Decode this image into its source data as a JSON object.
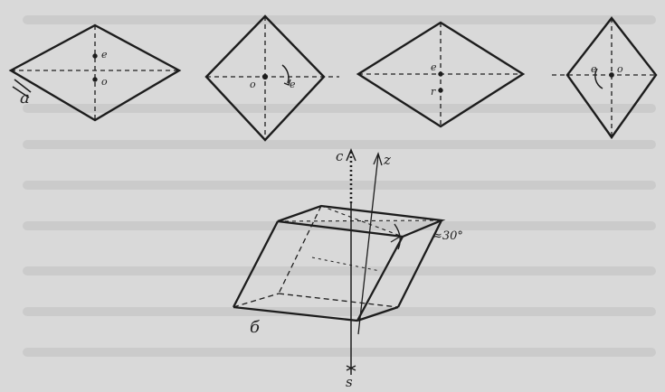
{
  "background_color": "#d9d9d9",
  "ink_color": "#1f1f1f",
  "labels": {
    "fig_a": "a",
    "fig_b": "б",
    "axis_c": "c",
    "axis_z": "z",
    "axis_s": "s",
    "angle": "≈30°",
    "point_e": "e",
    "point_o": "o",
    "point_r": "r"
  }
}
